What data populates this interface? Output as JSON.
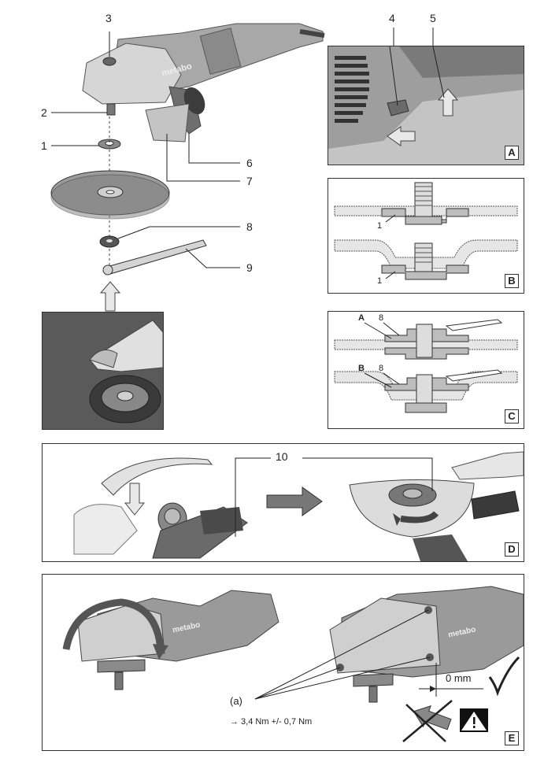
{
  "callouts": {
    "n1": "1",
    "n2": "2",
    "n3": "3",
    "n4": "4",
    "n5": "5",
    "n6": "6",
    "n7": "7",
    "n8": "8",
    "n9": "9",
    "n10": "10"
  },
  "panels": {
    "A": "A",
    "B": "B",
    "C": "C",
    "D": "D",
    "E": "E"
  },
  "panel_b": {
    "label_1_top": "1",
    "label_1_bottom": "1"
  },
  "panel_c": {
    "label_A": "A",
    "label_B": "B",
    "label_8_top": "8",
    "label_8_bottom": "8"
  },
  "tool": {
    "brand": "metabo"
  },
  "panel_e": {
    "gap": "0 mm",
    "a_label": "(a)",
    "torque": "→ 3,4 Nm +/- 0,7 Nm"
  },
  "colors": {
    "line": "#333333",
    "body": "#9a9a9a",
    "light": "#d8d8d8",
    "dark": "#555555"
  }
}
